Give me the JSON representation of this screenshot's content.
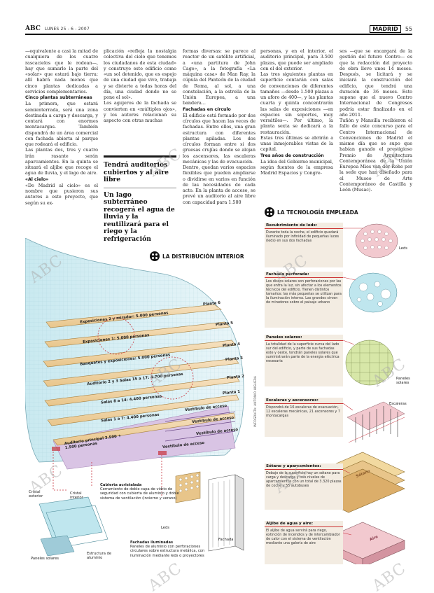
{
  "header": {
    "publication": "ABC",
    "date": "LUNES 25 - 6 - 2007",
    "section": "MADRID",
    "page": "55"
  },
  "article": {
    "col1": [
      {
        "type": "p",
        "text": "—equivalente a casi la mitad de cualquiera de los cuatro rascacielos que le rodean—, hay que sumarle la parte del «solar» que estará bajo tierra: allí habrá nada menos que cinco plantas dedicadas a servicios complementarios."
      },
      {
        "type": "h",
        "text": "Cinco plantas subterráneas"
      },
      {
        "type": "p",
        "text": "La primera, que estará semienterrada, será una zona destinada a carga y descarga, y contará con enormes montacargas. También dispondrá de un área comercial con fachada abierta al parque que rodeará el edificio."
      },
      {
        "type": "p",
        "text": "Las plantas dos, tres y cuatro irán rasante serán aparcamientos. En la quinta se situará el aljibe que recoge el agua de lluvia, y el lago de aire."
      },
      {
        "type": "h",
        "text": "«Al cielo»"
      },
      {
        "type": "p",
        "text": "«De Madrid al cielo» es el nombre que pusieron sus autores a este proyecto, que según su ex-"
      }
    ],
    "col2": [
      {
        "type": "p",
        "text": "plicación «refleja la nostalgia colectiva del cielo que tenemos los ciudadanos de esta ciudad» y construye este edificio como «un sol detenido, que es espejo de una ciudad que vive, trabaja y se divierte a todas horas del día, una ciudad donde no se pone el sol»."
      },
      {
        "type": "p",
        "text": "Los agujeros de la fachada se convierten en «múltiples ojos», y los autores relacionan su aspecto con otras muchas"
      }
    ],
    "col3": [
      {
        "type": "p",
        "text": "formas diversas: se parece al reactor de un satélite artificial, a «una partitura de John Cage», a la fotografía «La máquina casa» de Man Ray, la cúpula del Panteón de la ciudad de Roma, al sol, a una constelación, a la estrella de la Unión Europea, a una bandera..."
      },
      {
        "type": "h",
        "text": "Fachadas en círculo"
      },
      {
        "type": "p",
        "text": "El edificio está formado por dos círculos que hacen las veces de fachadas. Entre ellos, una gran estructura con diferentes plantas apiladas. Los dos círculos forman entre si dos gruesas crujías donde se alojan los ascensores, las escaleras mecánicas y las de evacuación."
      },
      {
        "type": "p",
        "text": "Dentro, quedan varios espacios flexibles que pueden ampliarse o dividirse en varios en función de las necesidades de cada acto. En la planta de acceso, se prevé un auditorio al aire libre con capacidad para 1.500"
      }
    ],
    "col4": [
      {
        "type": "p",
        "text": "personas, y en el interior, el auditorio principal, para 3.500 plazas, que puede ser ampliado con el del exterior."
      },
      {
        "type": "p",
        "text": "Las tres siguientes plantas en superficie contarán con salas de convenciones de diferentes tamaños —desde 1.500 plazas a un aforo de 400—, y las plantas cuarta y quinta concentrarán las salas de exposiciones —en espacios sin soportes, muy versátiles—. Por último, la planta sexta se dedicará a la restauración."
      },
      {
        "type": "p",
        "text": "Estas tres últimas se abrirán a unas inmejorables vistas de la capital."
      },
      {
        "type": "h",
        "text": "Tres años de construcción"
      },
      {
        "type": "p",
        "text": "La idea del Gobierno municipal, según fuentes de la empresa Madrid Espacios y Congre-"
      }
    ],
    "col5": [
      {
        "type": "p",
        "text": "sos —que se encargará de la gestión del futuro Centro— es que la redacción del proyecto de obra lleve unos 14 meses. Después, se licitará y se iniciará la construcción del edificio, que tendrá una duración de 36 meses. Esto supone que el nuevo Centro Internacional de Congresos podría estar finalizado en el año 2011."
      },
      {
        "type": "p",
        "text": "Tuñón y Mansilla recibieron el fallo de este concurso para el Centro Internacional de Convenciones de Madrid el mismo día que se supo que habían ganado el prestigioso Premio de Arquitectura Contemporánea de la Unión Europea Mies van der Rohe por la sede que han diseñado para el Museo de Arte Contemporáneo de Castilla y León (Musac)."
      }
    ]
  },
  "sidebar": {
    "headline1": "Tendrá auditorios cubiertos y al aire libre",
    "headline2": "Un lago subterráneo recogerá el agua de lluvia y la reutilizará para el riego y la refrigeración"
  },
  "infographic": {
    "title": "LA DISTRIBUCIÓN INTERIOR",
    "floors": [
      {
        "label": "Exposiciones 2 y mirador: 5.000 personas",
        "plant": "Planta 6"
      },
      {
        "label": "Exposiciones 1: 5.000 personas",
        "plant": "Planta 5"
      },
      {
        "label": "Banquetes y exposiciones: 5.000 personas",
        "plant": "Planta 4"
      },
      {
        "label": "Auditorio 2 y 3 Salas 15 a 17: 4.700 personas",
        "plant": "Planta 3"
      },
      {
        "label": "Salas 8 a 14: 4.400 personas",
        "plant": "Planta 2"
      },
      {
        "label": "Salas 1 a 7: 4.400 personas",
        "plant": "Planta 1"
      },
      {
        "label": "Auditorio principal 3.500 + 1.500 personas",
        "plant": ""
      }
    ],
    "vestibules": [
      "Vestíbulo de acceso",
      "Vestíbulo de acceso",
      "Vestíbulo de acceso",
      "Vestíbulo de acceso"
    ],
    "details": {
      "cubierta_title": "Cubierta acristalada",
      "cubierta_text": "Cerramiento de doble capa de vidrio de seguridad con cubierta de aluminio y doble sistema de ventilación (invierno y verano)",
      "cristal_exterior": "Cristal exterior",
      "cristal_interior": "Cristal interior",
      "paneles_solares": "Paneles solares",
      "estructura": "Estructura de aluminio",
      "leds": "Leds",
      "fachada": "Fachada",
      "fachadas_iluminadas_title": "Fachadas iluminadas",
      "fachadas_iluminadas_text": "Paneles de aluminio con perforaciones circulares sobre estructura metálica, con iluminación mediante leds o proyectores"
    },
    "credit": "INFOGRAFÍA: ANTONIO HIGUERA"
  },
  "tech": {
    "title": "LA TECNOLOGÍA EMPLEADA",
    "blocks": [
      {
        "title": "Recubrimiento de leds:",
        "text": "Durante toda la noche, el edificio quedará iluminado por infinidad de pequeñas luces (leds) en sus dos fachadas",
        "side": "Leds"
      },
      {
        "title": "Fachada perforada:",
        "text": "Los discos solares son perforaciones por las que entra la luz, sin afectar a los elementos técnicos del edificio. Tienen distintos tamaños: las más pequeñas se utilizan para la iluminación interna. Las grandes sirven de miradores sobre el paisaje urbano",
        "side": ""
      },
      {
        "title": "Paneles solares:",
        "text": "La totalidad de la superficie curva del lado sur del edificio, y parte de sus fachadas este y oeste, tendrán paneles solares que suministrarán parte de la energía eléctrica necesaria",
        "side": "Paneles solares"
      },
      {
        "title": "Escaleras y ascensores:",
        "text": "Dispondrá de 16 escaleras de evacuación, 12 escaleras mecánicas, 21 ascensores y 7 montacargas",
        "side": "Escaleras"
      },
      {
        "title": "Sótano y aparcamientos:",
        "text": "Debajo de la superficie hay un sótano para carga y descarga y tres niveles de aparcamientos con un total de 3.320 plazas de coche y 55 autobuses",
        "side": ""
      },
      {
        "title": "Aljibe de agua y aire:",
        "text": "El aljibe de agua servirá para riego, extinción de incendios y de intercambiador de calor con el sistema de ventilación mediante una galería de aire",
        "side": ""
      }
    ],
    "sotano_label": "Sótano",
    "aire_label": "Aire"
  },
  "watermark": "ABC",
  "colors": {
    "accent": "#c8323c",
    "lilac": "#d9c4e4",
    "pink": "#f2c9cf",
    "cyan": "#bfe6ee",
    "gold": "#e8c58a",
    "cream": "#f3ece2"
  }
}
